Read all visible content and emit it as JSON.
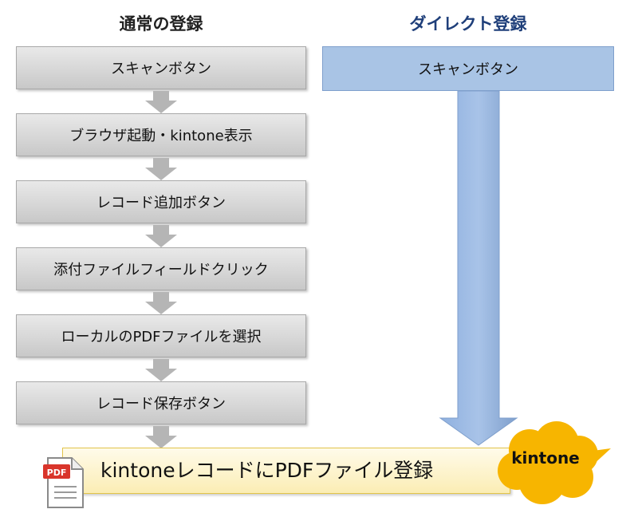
{
  "columns": {
    "normal_title": "通常の登録",
    "direct_title": "ダイレクト登録"
  },
  "normal_steps": [
    "スキャンボタン",
    "ブラウザ起動・kintone表示",
    "レコード追加ボタン",
    "添付ファイルフィールドクリック",
    "ローカルのPDFファイルを選択",
    "レコード保存ボタン"
  ],
  "direct_step": "スキャンボタン",
  "result": {
    "label": "kintoneレコードにPDFファイル登録"
  },
  "pdf_icon": {
    "tag": "PDF",
    "tag_color": "#d9352b",
    "icon": "pdf-file-icon"
  },
  "kintone_logo": {
    "text": "kintone",
    "color": "#f7b500",
    "icon": "kintone-cloud-logo"
  },
  "colors": {
    "normal_step_fill": "#d6d6d6",
    "direct_fill": "#a9c4e5",
    "result_fill": "#fbedb4"
  }
}
